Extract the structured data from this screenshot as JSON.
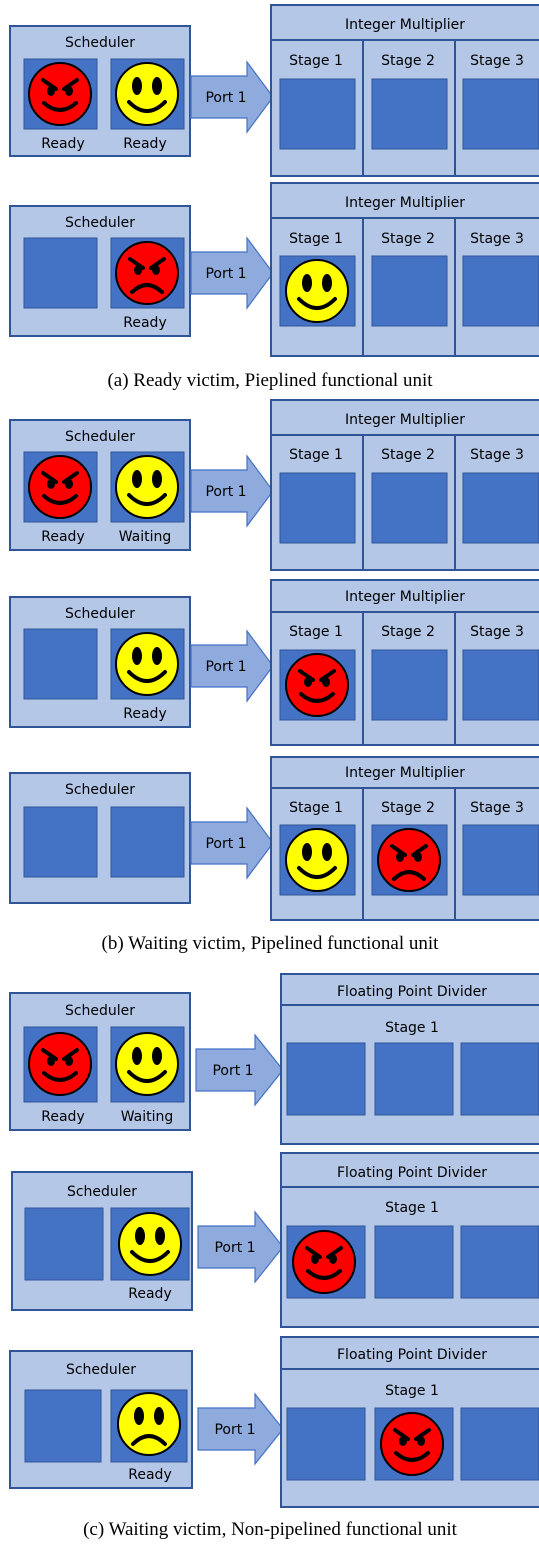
{
  "labels": {
    "scheduler": "Scheduler",
    "port": "Port 1",
    "int_mult": "Integer Multiplier",
    "fp_div": "Floating Point Divider",
    "stage1": "Stage 1",
    "stage2": "Stage 2",
    "stage3": "Stage 3",
    "ready": "Ready",
    "waiting": "Waiting"
  },
  "captions": {
    "a": "(a) Ready victim, Pieplined functional unit",
    "b": "(b) Waiting victim, Pipelined functional unit",
    "c": "(c) Waiting victim, Non-pipelined functional unit"
  },
  "colors": {
    "attacker": "#ff0000",
    "victim": "#ffff00",
    "slot": "#4472c4",
    "panel": "#b4c7e7",
    "border": "#2f5597"
  }
}
